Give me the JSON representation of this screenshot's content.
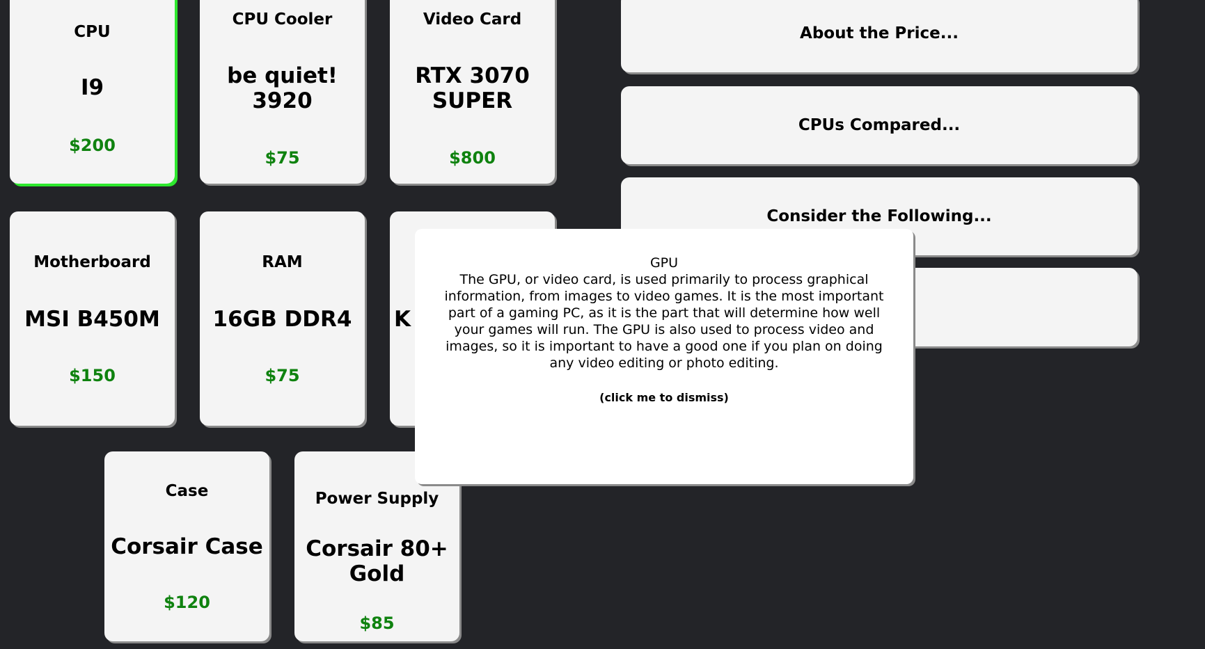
{
  "parts": [
    {
      "type": "CPU",
      "name": "I9",
      "price": "$200",
      "selected": true
    },
    {
      "type": "CPU Cooler",
      "name": "be quiet! 3920",
      "price": "$75"
    },
    {
      "type": "Video Card",
      "name": "RTX 3070 SUPER",
      "price": "$800"
    },
    {
      "type": "Motherboard",
      "name": "MSI B450M",
      "price": "$150"
    },
    {
      "type": "RAM",
      "name": "16GB DDR4",
      "price": "$75"
    },
    {
      "name": "K"
    },
    {
      "type": "Case",
      "name": "Corsair Case",
      "price": "$120"
    },
    {
      "type": "Power Supply",
      "name": "Corsair 80+ Gold",
      "price": "$85"
    }
  ],
  "info_buttons": [
    {
      "label": "About the Price..."
    },
    {
      "label": "CPUs Compared..."
    },
    {
      "label": "Consider the Following..."
    },
    {
      "label": ""
    }
  ],
  "modal": {
    "title": "GPU",
    "body": "The GPU, or video card, is used primarily to process graphical information, from images to video games. It is the most important part of a gaming PC, as it is the part that will determine how well your games will run. The GPU is also used to process video and images, so it is important to have a good one if you plan on doing any video editing or photo editing.",
    "dismiss": "(click me to dismiss)"
  },
  "colors": {
    "background": "#232428",
    "card": "#f4f4f4",
    "price": "#0f820f",
    "selected_border": "#2ee82e"
  }
}
